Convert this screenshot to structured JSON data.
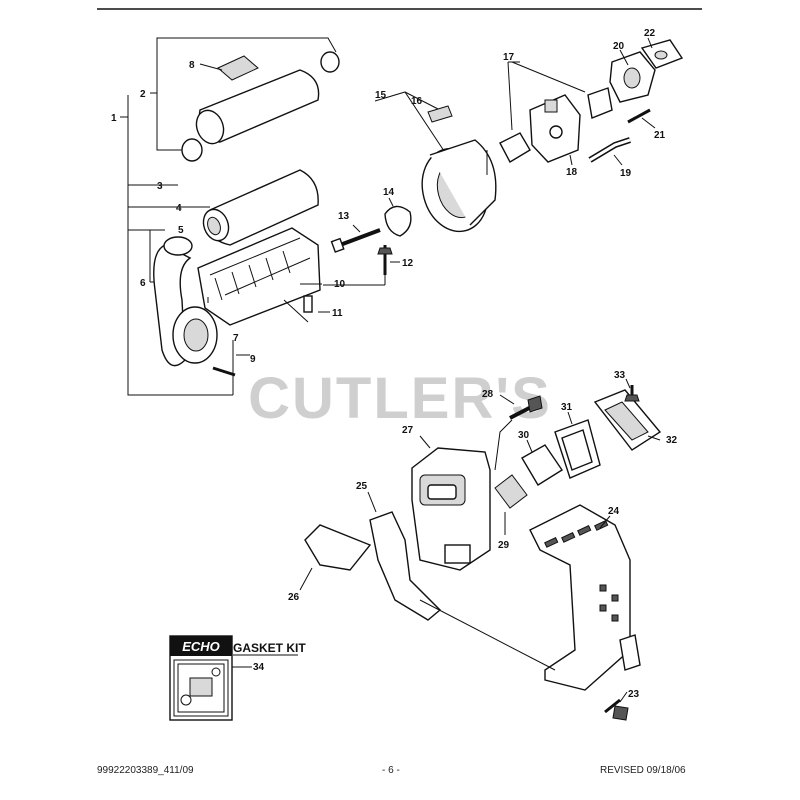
{
  "watermark": "CUTLER'S",
  "gasket_kit": {
    "logo": "ECHO",
    "title": "GASKET KIT"
  },
  "callouts": [
    "1",
    "2",
    "3",
    "4",
    "5",
    "6",
    "7",
    "8",
    "9",
    "10",
    "11",
    "12",
    "13",
    "14",
    "15",
    "16",
    "17",
    "18",
    "19",
    "20",
    "21",
    "22",
    "23",
    "24",
    "25",
    "26",
    "27",
    "28",
    "29",
    "30",
    "31",
    "32",
    "33",
    "34"
  ],
  "footer": {
    "left": "99922203389_411/09",
    "center": "- 6 -",
    "right": "REVISED 09/18/06"
  }
}
